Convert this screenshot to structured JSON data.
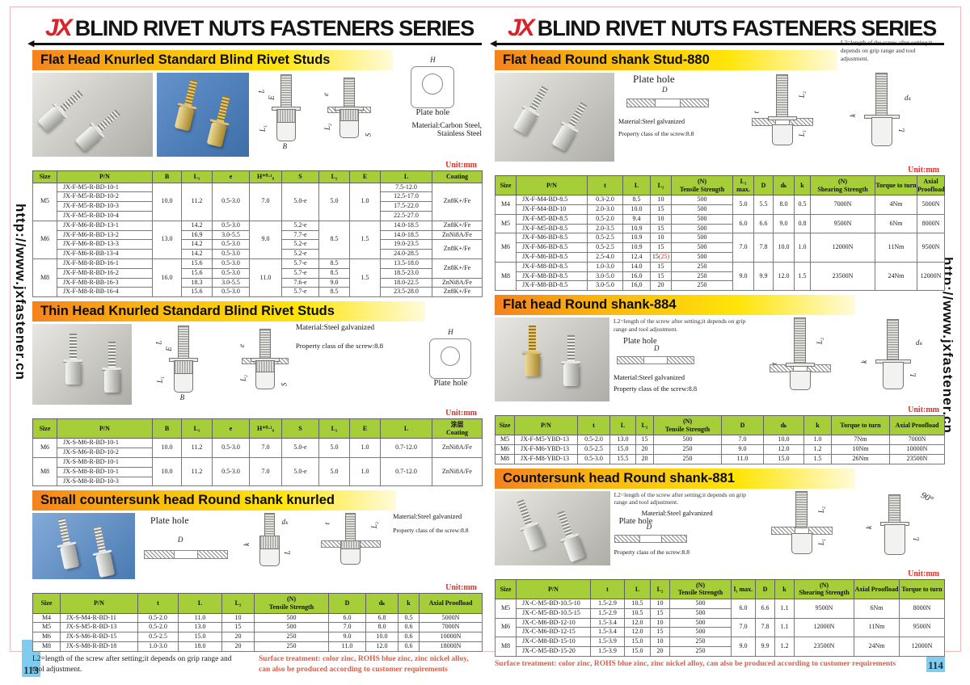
{
  "brand": {
    "logo_text": "JX",
    "title": "BLIND RIVET NUTS FASTENERS SERIES"
  },
  "website": "http://www.jxfastener.cn",
  "page_left_number": "113",
  "page_right_number": "114",
  "unit_label": "Unit:mm",
  "banners": {
    "flat_knurled": "Flat Head Knurled Standard Blind Rivet Studs",
    "thin_knurled": "Thin Head Knurled Standard Blind Rivet Studs",
    "small_countersunk": "Small countersunk head Round shank knurled",
    "stud880": "Flat head Round shank Stud-880",
    "shank884": "Flat head Round shank-884",
    "shank881": "Countersunk head Round shank-881"
  },
  "notes": {
    "l2": "L2=length of the screw after setting;it depends on grip range and tool adjustment.",
    "surface1": "Surface treatment: color zinc, ROHS blue zinc, zinc nickel alloy,",
    "surface2": "can also be produced according to customer requirements",
    "surface_full": "Surface treatment: color zinc, ROHS blue zinc, zinc nickel alloy, can also be produced according to customer requirements"
  },
  "labels": {
    "plate_hole": "Plate hole",
    "material_carbon1": "Material:Carbon Steel,",
    "material_carbon2": "Stainless Steel",
    "material_galv": "Material:Steel galvanized",
    "property_class": "Property class of the screw:8.8"
  },
  "dims": {
    "H": "H",
    "L": "L",
    "E": "E",
    "L1": "L₁",
    "B": "B",
    "e": "e",
    "L2": "L₂",
    "S": "S",
    "D": "D",
    "dk": "dₖ",
    "k": "k",
    "t": "t",
    "l1": "l₁",
    "deg90": "90°"
  },
  "tables": {
    "flat_knurled": {
      "columns": [
        "Size",
        "P/N",
        "B",
        "L₁",
        "e",
        "H⁺⁰·¹₀",
        "S",
        "L₂",
        "E",
        "L",
        "Coating"
      ],
      "rows": [
        [
          {
            "t": "M5",
            "rs": 4
          },
          "JX-F-M5-R-BD-10-1",
          {
            "t": "10.0",
            "rs": 4
          },
          {
            "t": "11.2",
            "rs": 4
          },
          {
            "t": "0.5-3.0",
            "rs": 4
          },
          {
            "t": "7.0",
            "rs": 4
          },
          {
            "t": "5.0-e",
            "rs": 4
          },
          {
            "t": "5.0",
            "rs": 4
          },
          {
            "t": "1.0",
            "rs": 4
          },
          "7.5-12.0",
          {
            "t": "Zn8K+/Fe",
            "rs": 4
          }
        ],
        [
          "JX-F-M5-R-BD-10-2",
          "12.5-17.0"
        ],
        [
          "JX-F-M5-R-BD-10-3",
          "17.5-22.0"
        ],
        [
          "JX-F-M5-R-BD-10-4",
          "22.5-27.0"
        ],
        [
          {
            "t": "M6",
            "rs": 4
          },
          "JX-F-M6-R-BD-13-1",
          {
            "t": "13.0",
            "rs": 4
          },
          "14.2",
          "0.5-3.0",
          {
            "t": "9.0",
            "rs": 4
          },
          "5.2-e",
          {
            "t": "8.5",
            "rs": 4
          },
          {
            "t": "1.5",
            "rs": 4
          },
          "14.0-18.5",
          "Zn8K+/Fe"
        ],
        [
          "JX-F-M6-R-BD-13-2",
          "16.9",
          "3.0-5.5",
          "7.7-e",
          "14.0-18.5",
          "ZnNi8A/Fe"
        ],
        [
          "JX-F-M6-R-BD-13-3",
          "14.2",
          "0.5-3.0",
          "5.2-e",
          "19.0-23.5",
          {
            "t": "Zn8K+/Fe",
            "rs": 2
          }
        ],
        [
          "JX-F-M6-R-BB-13-4",
          "14.2",
          "0.5-3.0",
          "5.2-e",
          "24.0-28.5"
        ],
        [
          {
            "t": "M8",
            "rs": 4
          },
          "JX-F-M8-R-BD-16-1",
          {
            "t": "16.0",
            "rs": 4
          },
          "15.6",
          "0.5-3.0",
          {
            "t": "11.0",
            "rs": 4
          },
          "5.7-e",
          "8.5",
          {
            "t": "1.5",
            "rs": 4
          },
          "13.5-18.0",
          {
            "t": "Zn8K+/Fe",
            "rs": 2
          }
        ],
        [
          "JX-F-M8-R-BD-16-2",
          "15.6",
          "0.5-3.0",
          "5.7-e",
          "8.5",
          "18.5-23.0"
        ],
        [
          "JX-F-M8-R-BB-16-3",
          "18.3",
          "3.0-5.5",
          "7.6-e",
          "9.0",
          "18.0-22.5",
          "ZnNi8A/Fe"
        ],
        [
          "JX-F-M8-R-BB-16-4",
          "15.6",
          "0.5-3.0",
          "5.7-e",
          "8.5",
          "23.5-28.0",
          "Zn8K+/Fe"
        ]
      ]
    },
    "thin_knurled": {
      "columns": [
        "Size",
        "P/N",
        "B",
        "L₁",
        "e",
        "H⁺⁰·¹₀",
        "S",
        "L₂",
        "E",
        "L",
        "涂层\nCoating"
      ],
      "rows": [
        [
          {
            "t": "M6",
            "rs": 2
          },
          "JX-S-M6-R-BD-10-1",
          {
            "t": "10.0",
            "rs": 2
          },
          {
            "t": "11.2",
            "rs": 2
          },
          {
            "t": "0.5-3.0",
            "rs": 2
          },
          {
            "t": "7.0",
            "rs": 2
          },
          {
            "t": "5.0-e",
            "rs": 2
          },
          {
            "t": "5.0",
            "rs": 2
          },
          {
            "t": "1.0",
            "rs": 2
          },
          {
            "t": "0.7-12.0",
            "rs": 2
          },
          {
            "t": "ZnNi8A/Fe",
            "rs": 2
          }
        ],
        [
          "JX-S-M6-R-BD-10-2"
        ],
        [
          {
            "t": "M8",
            "rs": 3
          },
          "JX-S-M8-R-BD-10-1",
          {
            "t": "10.0",
            "rs": 3
          },
          {
            "t": "11.2",
            "rs": 3
          },
          {
            "t": "0.5-3.0",
            "rs": 3
          },
          {
            "t": "7.0",
            "rs": 3
          },
          {
            "t": "5.0-e",
            "rs": 3
          },
          {
            "t": "5.0",
            "rs": 3
          },
          {
            "t": "1.0",
            "rs": 3
          },
          {
            "t": "0.7-12.0",
            "rs": 3
          },
          {
            "t": "ZnNi8A/Fe",
            "rs": 3
          }
        ],
        [
          "JX-S-M8-R-BD-10-1"
        ],
        [
          "JX-S-M8-R-BD-10-3"
        ]
      ]
    },
    "small_countersunk": {
      "columns": [
        "Size",
        "P/N",
        "t",
        "L",
        "L₂",
        "(N)\nTensile Strength",
        "D",
        "dₖ",
        "k",
        "Axial Proofload"
      ],
      "rows": [
        [
          "M4",
          "JX-S-M4-R-BD-11",
          "0.5-2.0",
          "11.0",
          "10",
          "500",
          "6.0",
          "6.8",
          "0.5",
          "5000N"
        ],
        [
          "M5",
          "JX-S-M5-R-BD-13",
          "0.5-2.0",
          "13.0",
          "15",
          "500",
          "7.0",
          "8.0",
          "0.6",
          "7000N"
        ],
        [
          "M6",
          "JX-S-M6-R-BD-15",
          "0.5-2.5",
          "15.0",
          "20",
          "250",
          "9.0",
          "10.0",
          "0.6",
          "10000N"
        ],
        [
          "M8",
          "JX-S-M8-R-BD-18",
          "1.0-3.0",
          "18.0",
          "20",
          "250",
          "11.0",
          "12.0",
          "0.6",
          "18000N"
        ]
      ]
    },
    "stud880": {
      "columns": [
        "Size",
        "P/N",
        "t",
        "L",
        "L₂",
        "(N)\nTensile Strength",
        "L₁\nmax.",
        "D",
        "dₖ",
        "k",
        "(N)\nShearing Strength",
        "Torque to turn",
        "Axial\nProofload"
      ],
      "rows": [
        [
          {
            "t": "M4",
            "rs": 2
          },
          "JX-F-M4-BD-8.5",
          "0.3-2.0",
          "8.5",
          "10",
          "500",
          {
            "t": "5.0",
            "rs": 2
          },
          {
            "t": "5.5",
            "rs": 2
          },
          {
            "t": "8.0",
            "rs": 2
          },
          {
            "t": "0.5",
            "rs": 2
          },
          {
            "t": "7000N",
            "rs": 2
          },
          {
            "t": "4Nm",
            "rs": 2
          },
          {
            "t": "5000N",
            "rs": 2
          }
        ],
        [
          "JX-F-M4-BD-10",
          "2.0-3.0",
          "10.0",
          "15",
          "500"
        ],
        [
          {
            "t": "M5",
            "rs": 2
          },
          "JX-F-M5-BD-8.5",
          "0.5-2.0",
          "9.4",
          "10",
          "500",
          {
            "t": "6.0",
            "rs": 2
          },
          {
            "t": "6.6",
            "rs": 2
          },
          {
            "t": "9.0",
            "rs": 2
          },
          {
            "t": "0.8",
            "rs": 2
          },
          {
            "t": "9500N",
            "rs": 2
          },
          {
            "t": "6Nm",
            "rs": 2
          },
          {
            "t": "8000N",
            "rs": 2
          }
        ],
        [
          "JX-F-M5-BD-8.5",
          "2.0-3.5",
          "10.9",
          "15",
          "500"
        ],
        [
          {
            "t": "M6",
            "rs": 3
          },
          "JX-F-M6-BD-8.5",
          "0.5-2.5",
          "10.9",
          "10",
          "500",
          {
            "t": "7.0",
            "rs": 3
          },
          {
            "t": "7.8",
            "rs": 3
          },
          {
            "t": "10.0",
            "rs": 3
          },
          {
            "t": "1.0",
            "rs": 3
          },
          {
            "t": "12000N",
            "rs": 3
          },
          {
            "t": "11Nm",
            "rs": 3
          },
          {
            "t": "9500N",
            "rs": 3
          }
        ],
        [
          "JX-F-M6-BD-8.5",
          "0.5-2.5",
          "10.9",
          "15",
          "500"
        ],
        [
          "JX-F-M6-BD-8.5",
          "2.5-4.0",
          "12.4",
          {
            "t": "15",
            "red": "(25)"
          },
          "500"
        ],
        [
          {
            "t": "M8",
            "rs": 3
          },
          "JX-F-M8-BD-8.5",
          "1.0-3.0",
          "14.0",
          "15",
          "250",
          {
            "t": "9.0",
            "rs": 3
          },
          {
            "t": "9.9",
            "rs": 3
          },
          {
            "t": "12.0",
            "rs": 3
          },
          {
            "t": "1.5",
            "rs": 3
          },
          {
            "t": "23500N",
            "rs": 3
          },
          {
            "t": "24Nm",
            "rs": 3
          },
          {
            "t": "12000N",
            "rs": 3
          }
        ],
        [
          "JX-F-M8-BD-8.5",
          "3.0-5.0",
          "16.0",
          "15",
          "250"
        ],
        [
          "JX-F-M8-BD-8.5",
          "3.0-5.0",
          "16,0",
          "20",
          "250"
        ]
      ]
    },
    "shank884": {
      "columns": [
        "Size",
        "P/N",
        "t",
        "L",
        "L₂",
        "(N)\nTensile Strength",
        "D",
        "dₖ",
        "k",
        "Torque to turn",
        "Axial Proofload"
      ],
      "rows": [
        [
          "M5",
          "JX-F-M5-YBD-13",
          "0.5-2.0",
          "13.0",
          "15",
          "500",
          "7.0",
          "10.0",
          "1.0",
          "7Nm",
          "7000N"
        ],
        [
          "M6",
          "JX-F-M6-YBD-13",
          "0.5-2.5",
          "15.0",
          "20",
          "250",
          "9.0",
          "12.0",
          "1.2",
          "10Nm",
          "10000N"
        ],
        [
          "M8",
          "JX-F-M8-YBD-13",
          "0.5-3.0",
          "15.5",
          "20",
          "250",
          "11.0",
          "15.0",
          "1.5",
          "26Nm",
          "23500N"
        ]
      ]
    },
    "shank881": {
      "columns": [
        "Size",
        "P/N",
        "t",
        "L",
        "L₂",
        "(N)\nTensile Strength",
        "l₁ max.",
        "D",
        "k",
        "(N)\nShearing Strength",
        "Axial Proofload",
        "Torque to turn"
      ],
      "rows": [
        [
          {
            "t": "M5",
            "rs": 2
          },
          "JX-C-M5-BD-10.5-10",
          "1.5-2.9",
          "10.5",
          "10",
          "500",
          {
            "t": "6.0",
            "rs": 2
          },
          {
            "t": "6.6",
            "rs": 2
          },
          {
            "t": "1.1",
            "rs": 2
          },
          {
            "t": "9500N",
            "rs": 2
          },
          {
            "t": "6Nm",
            "rs": 2
          },
          {
            "t": "8000N",
            "rs": 2
          }
        ],
        [
          "JX-C-M5-BD-10.5-15",
          "1.5-2.9",
          "10.5",
          "15",
          "500"
        ],
        [
          {
            "t": "M6",
            "rs": 2
          },
          "JX-C-M6-BD-12-10",
          "1.5-3.4",
          "12.0",
          "10",
          "500",
          {
            "t": "7.0",
            "rs": 2
          },
          {
            "t": "7.8",
            "rs": 2
          },
          {
            "t": "1.1",
            "rs": 2
          },
          {
            "t": "12000N",
            "rs": 2
          },
          {
            "t": "11Nm",
            "rs": 2
          },
          {
            "t": "9500N",
            "rs": 2
          }
        ],
        [
          "JX-C-M6-BD-12-15",
          "1.5-3.4",
          "12.0",
          "15",
          "500"
        ],
        [
          {
            "t": "M8",
            "rs": 2
          },
          "JX-C-M8-BD-15-10",
          "1.5-3.9",
          "15.0",
          "10",
          "250",
          {
            "t": "9.0",
            "rs": 2
          },
          {
            "t": "9.9",
            "rs": 2
          },
          {
            "t": "1.2",
            "rs": 2
          },
          {
            "t": "23500N",
            "rs": 2
          },
          {
            "t": "24Nm",
            "rs": 2
          },
          {
            "t": "12000N",
            "rs": 2
          }
        ],
        [
          "JX-C-M5-BD-15-20",
          "1.5-3.9",
          "15.0",
          "20",
          "250"
        ]
      ]
    }
  }
}
